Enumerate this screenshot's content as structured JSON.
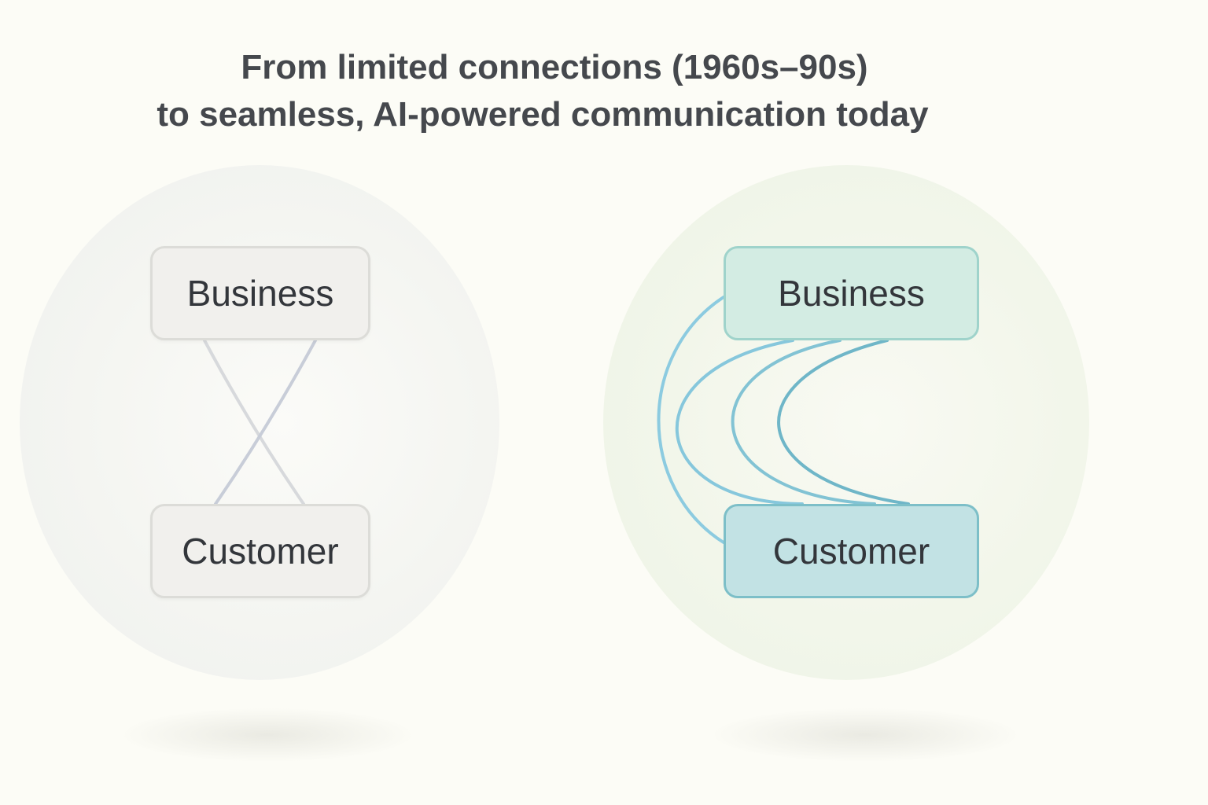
{
  "header": {
    "title_line_1": "From limited connections (1960s–90s)",
    "title_line_2": "to seamless, AI-powered communication today"
  },
  "left_panel": {
    "business_label": "Business",
    "customer_label": "Customer",
    "connection_count": 2,
    "node_fill": "#f1f0ed",
    "link_color": "#c9cdd6"
  },
  "right_panel": {
    "business_label": "Business",
    "customer_label": "Customer",
    "connection_count": 4,
    "business_fill": "#d3ece3",
    "customer_fill": "#c2e2e4",
    "link_color": "#7fc3d3"
  }
}
